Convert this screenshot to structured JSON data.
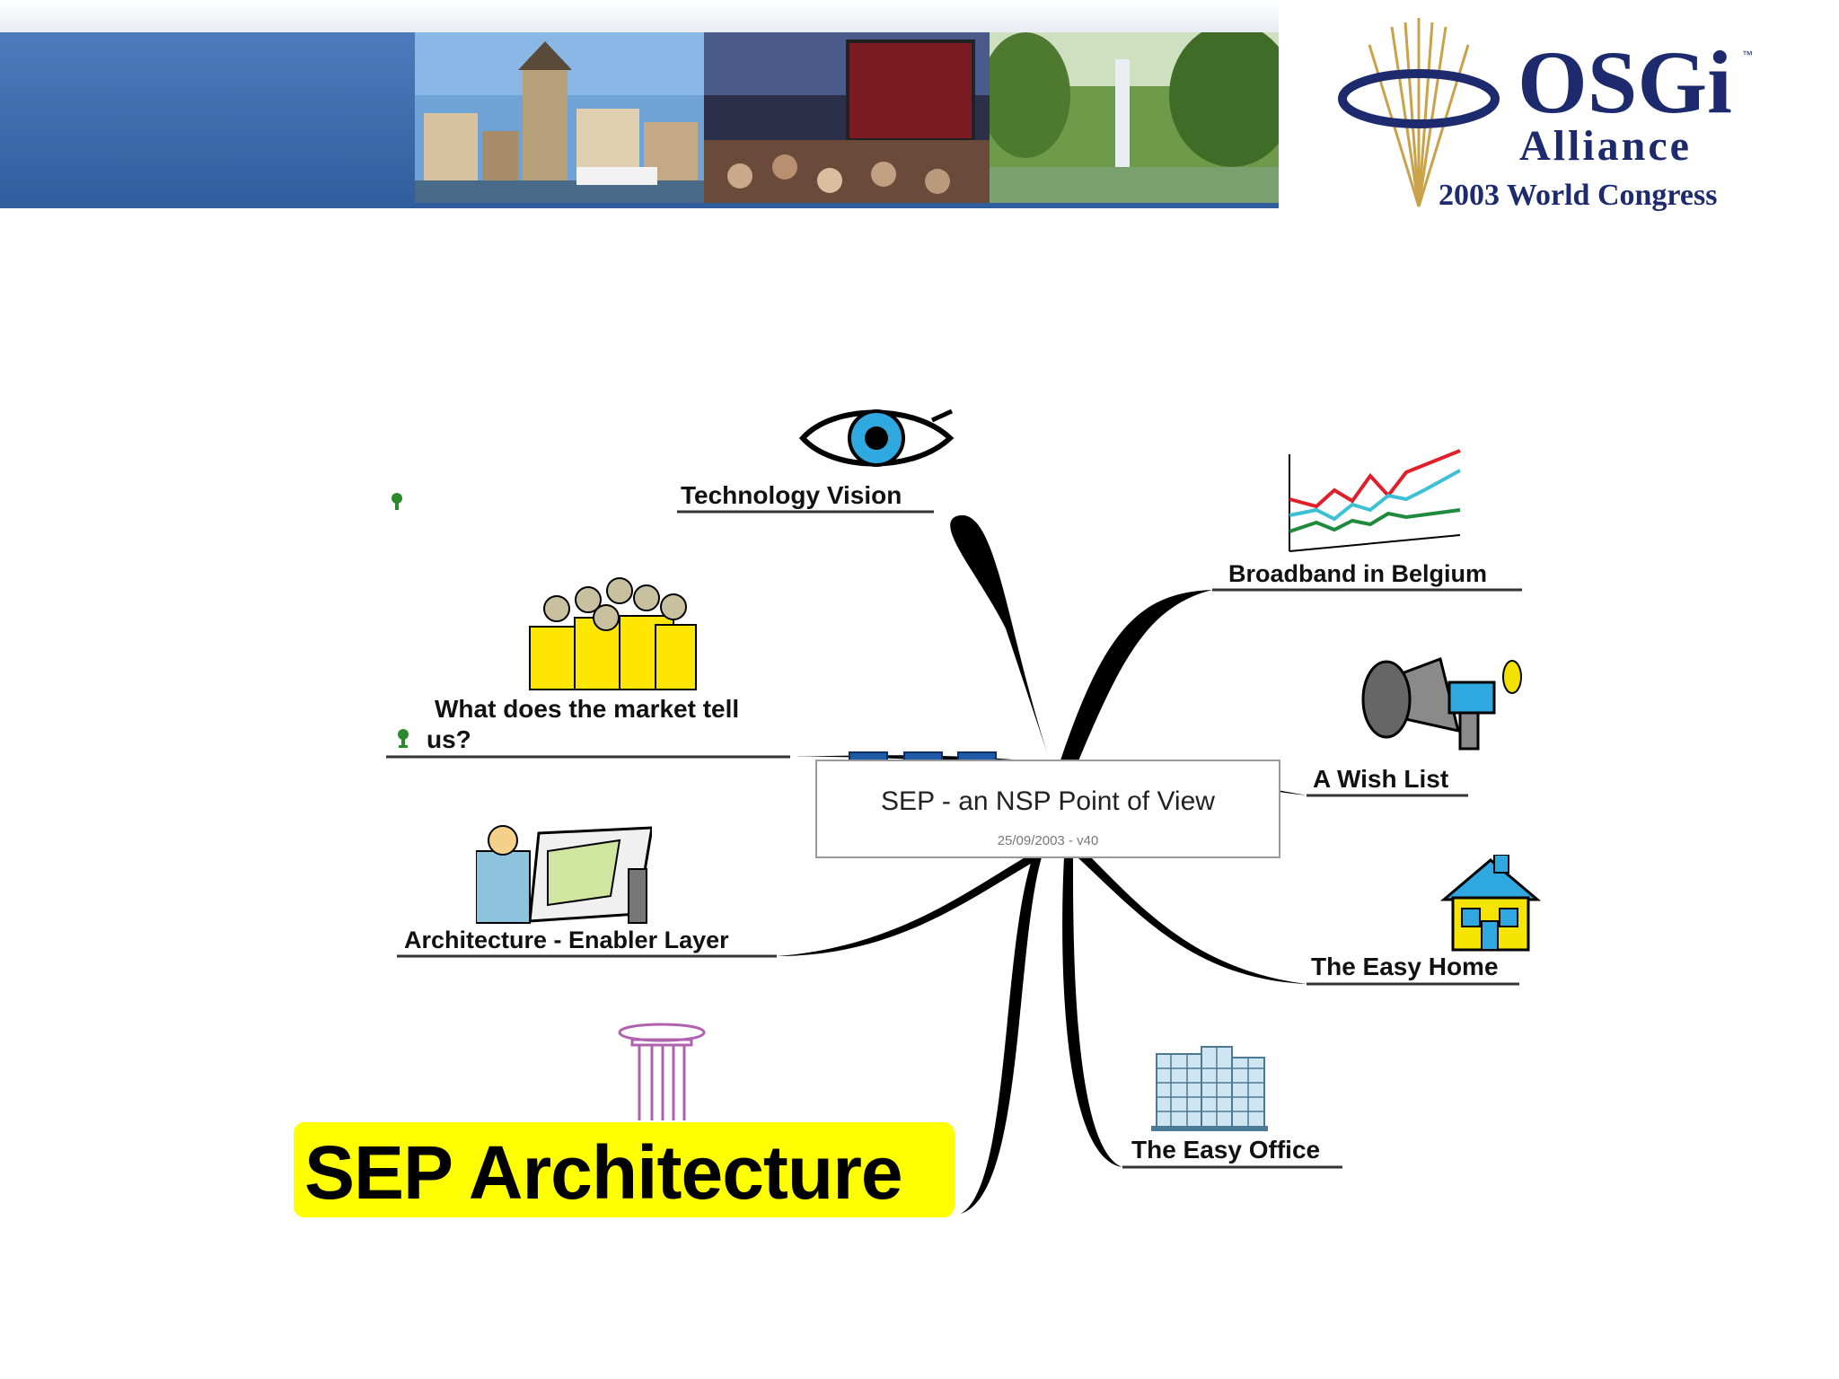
{
  "header": {
    "logo": {
      "brand": "OSGi",
      "trademark": "™",
      "subtitle": "Alliance",
      "event": "2003 World Congress"
    }
  },
  "mindmap": {
    "center": {
      "title": "SEP - an NSP Point of View",
      "subtitle": "25/09/2003 - v40"
    },
    "nodes": {
      "technology_vision": "Technology Vision",
      "market_line1": "What does the market tell",
      "market_line2": "us?",
      "architecture_enabler": "Architecture - Enabler Layer",
      "sep_architecture": "SEP Architecture",
      "broadband_belgium": "Broadband in Belgium",
      "wish_list": "A Wish List",
      "easy_home": "The Easy Home",
      "easy_office": "The Easy Office"
    },
    "icons": [
      "eye-icon",
      "businessmen-group-icon",
      "architect-drafting-icon",
      "greek-column-icon",
      "line-chart-icon",
      "megaphone-icon",
      "house-icon",
      "office-building-icon",
      "hint-icon"
    ],
    "colors": {
      "highlight": "#ffff00",
      "banner": "#3a6aab",
      "logo_navy": "#1d2a6e",
      "logo_gold": "#c9a24a"
    }
  }
}
